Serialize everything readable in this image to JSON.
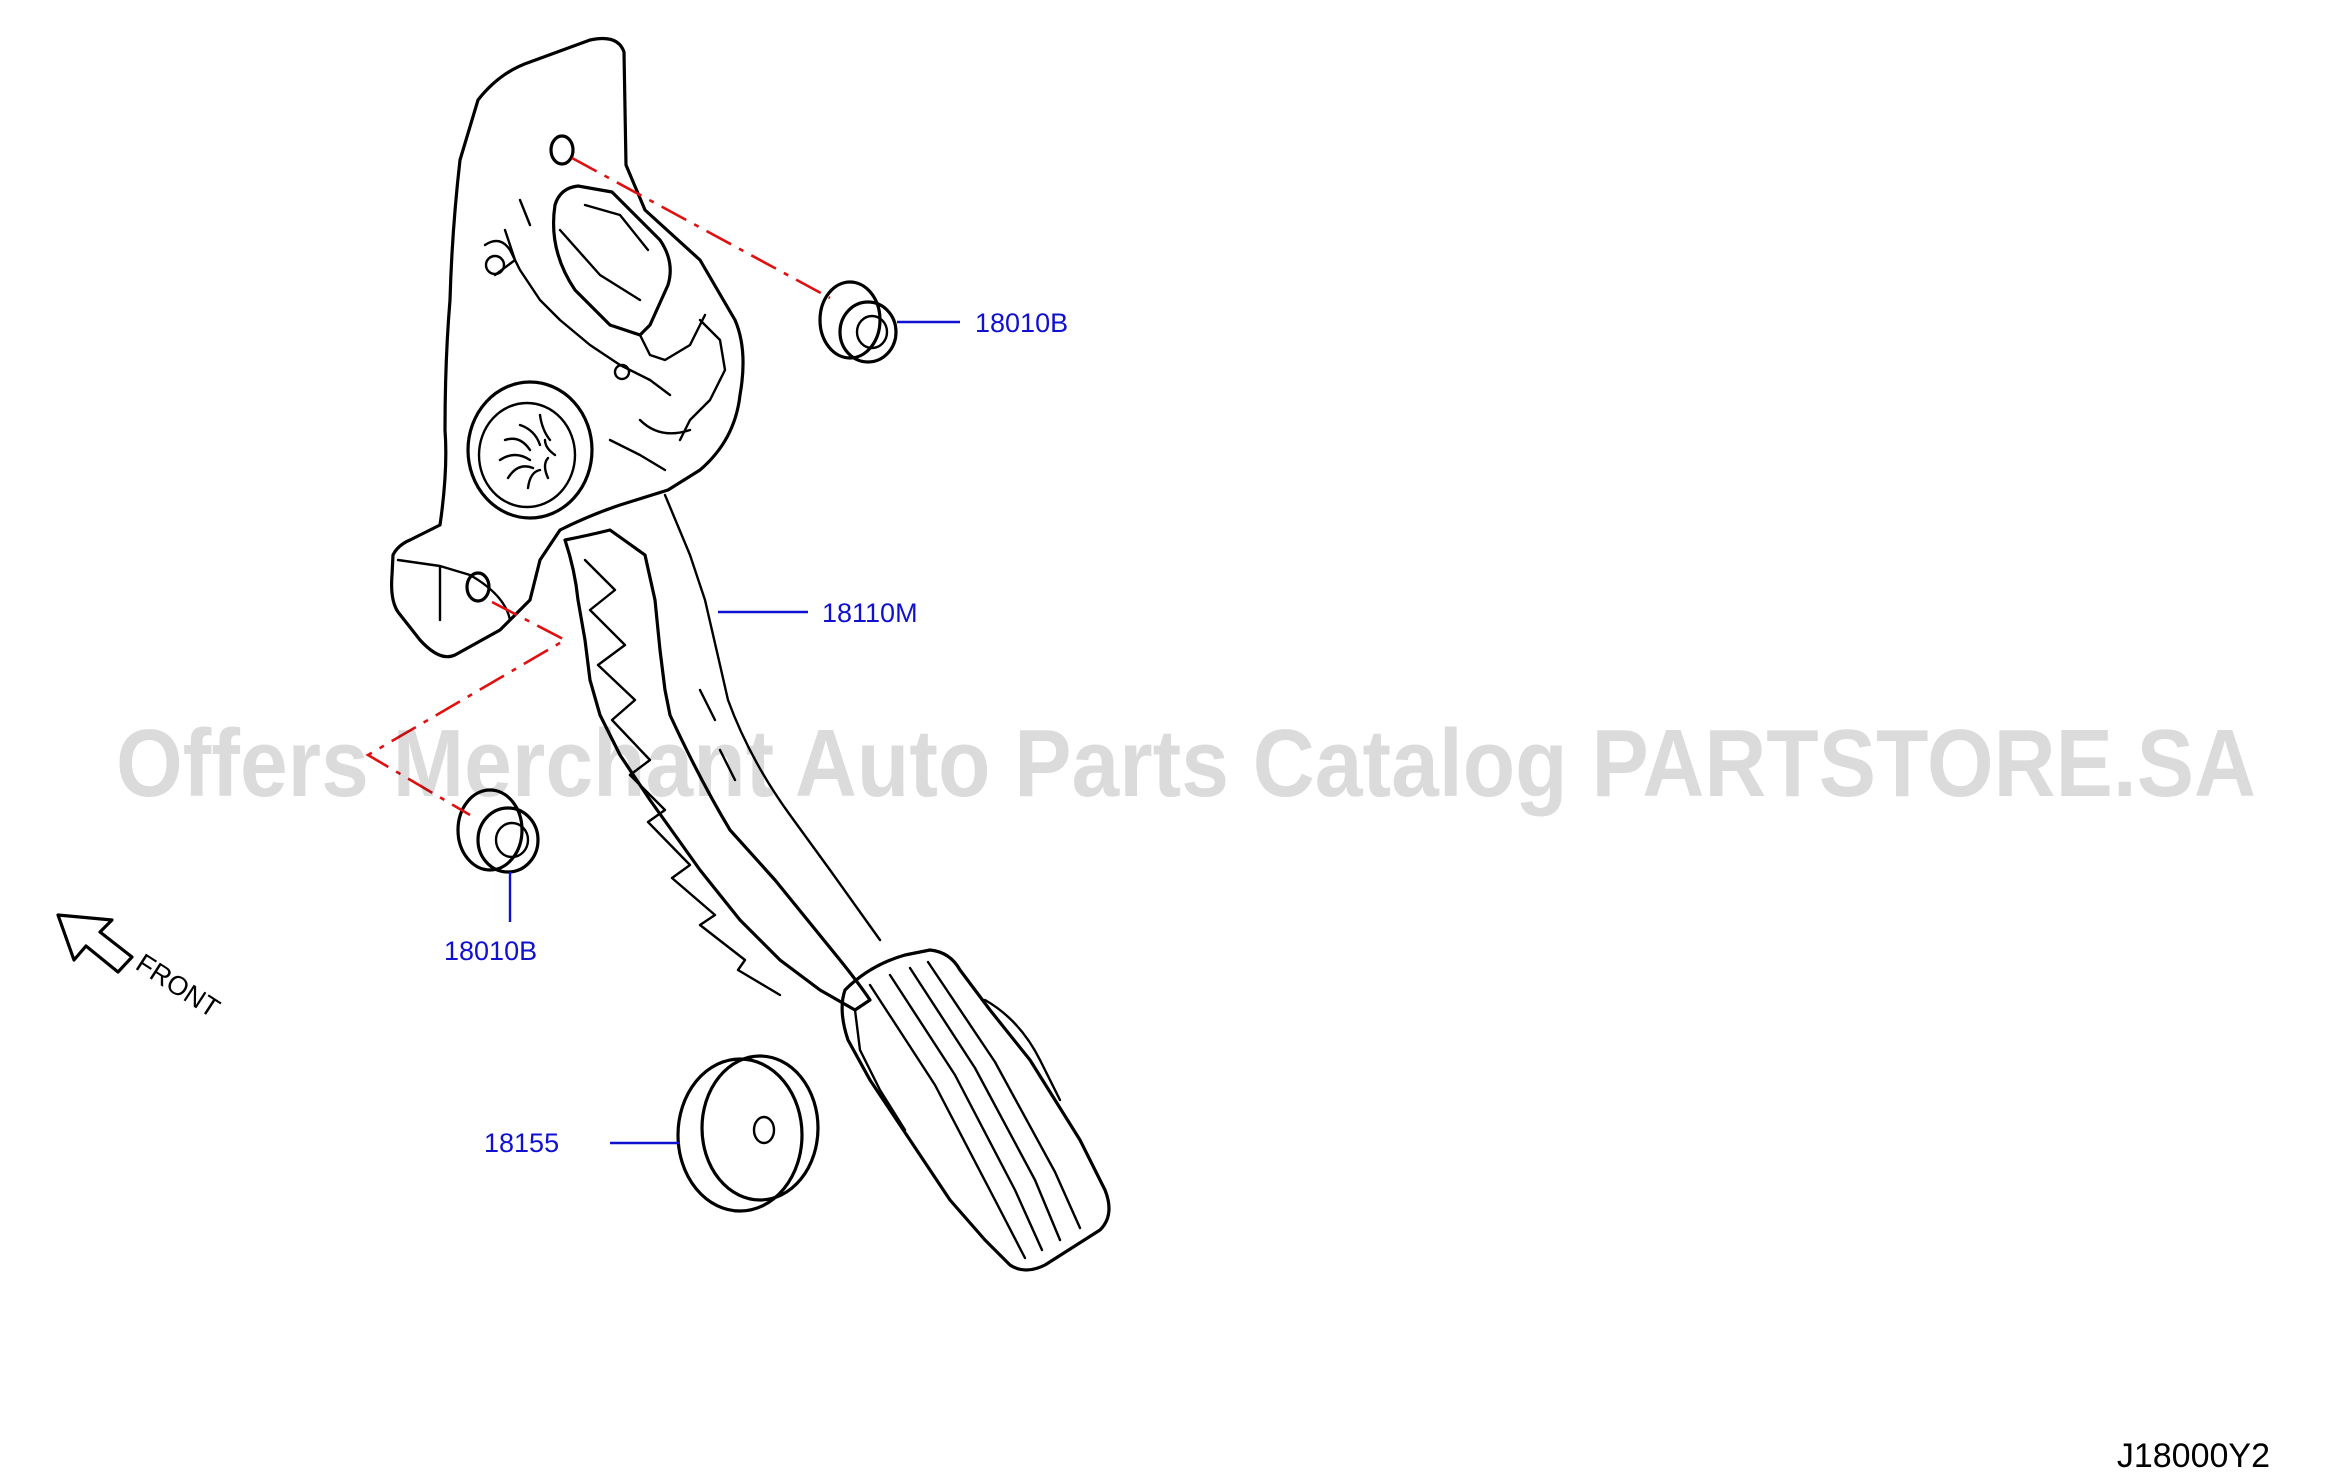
{
  "diagram": {
    "parts": [
      {
        "id": "nut-upper",
        "label": "18010B"
      },
      {
        "id": "pedal-assembly",
        "label": "18110M"
      },
      {
        "id": "nut-lower",
        "label": "18010B"
      },
      {
        "id": "stopper",
        "label": "18155"
      }
    ],
    "direction_label": "FRONT",
    "reference_code": "J18000Y2",
    "watermark": "Offers Merchant Auto Parts Catalog PARTSTORE.SA",
    "colors": {
      "part_label": "#1010d0",
      "alignment_line": "#e01010",
      "drawing": "#000000"
    }
  }
}
